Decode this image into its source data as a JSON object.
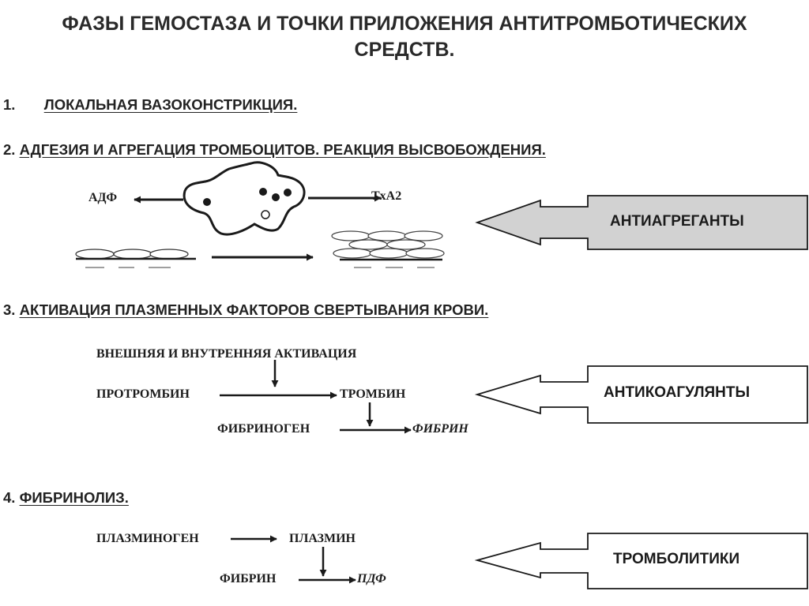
{
  "title": {
    "line1": "ФАЗЫ ГЕМОСТАЗА И ТОЧКИ ПРИЛОЖЕНИЯ АНТИТРОМБОТИЧЕСКИХ",
    "line2": "СРЕДСТВ."
  },
  "sections": [
    {
      "num": "1.",
      "text": "ЛОКАЛЬНАЯ ВАЗОКОНСТРИКЦИЯ."
    },
    {
      "num": "2.",
      "text": "АДГЕЗИЯ И АГРЕГАЦИЯ ТРОМБОЦИТОВ. РЕАКЦИЯ ВЫСВОБОЖДЕНИЯ."
    },
    {
      "num": "3.",
      "text": "АКТИВАЦИЯ ПЛАЗМЕННЫХ ФАКТОРОВ СВЕРТЫВАНИЯ КРОВИ."
    },
    {
      "num": "4.",
      "text": "ФИБРИНОЛИЗ."
    }
  ],
  "phase2": {
    "adp": "АДФ",
    "txa2": "TxA2"
  },
  "phase3": {
    "activation": "ВНЕШНЯЯ И ВНУТРЕННЯЯ АКТИВАЦИЯ",
    "prothrombin": "ПРОТРОМБИН",
    "thrombin": "ТРОМБИН",
    "fibrinogen": "ФИБРИНОГЕН",
    "fibrin": "ФИБРИН"
  },
  "phase4": {
    "plasminogen": "ПЛАЗМИНОГЕН",
    "plasmin": "ПЛАЗМИН",
    "fibrin": "ФИБРИН",
    "pdf": "ПДФ"
  },
  "drugs": {
    "antiaggregants": "АНТИАГРЕГАНТЫ",
    "anticoagulants": "АНТИКОАГУЛЯНТЫ",
    "thrombolytics": "ТРОМБОЛИТИКИ"
  },
  "colors": {
    "arrow_fill_1": "#d2d2d2",
    "ink": "#1a1a1a"
  }
}
